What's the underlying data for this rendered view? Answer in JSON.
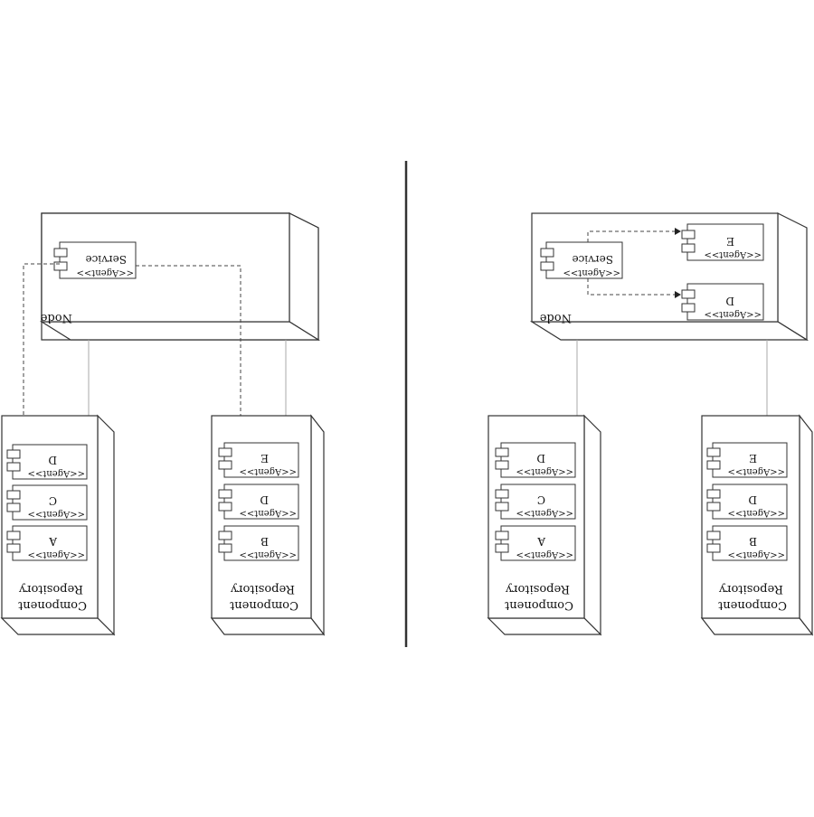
{
  "left_panel": {
    "node": {
      "label": "Node",
      "components": [
        {
          "name": "Service",
          "stereotype": "<<Agent>>"
        }
      ]
    },
    "repositories": [
      {
        "label_line1": "Repository",
        "label_line2": "Component",
        "components": [
          {
            "name": "D",
            "stereotype": "<<Agent>>"
          },
          {
            "name": "C",
            "stereotype": "<<Agent>>"
          },
          {
            "name": "A",
            "stereotype": "<<Agent>>"
          }
        ]
      },
      {
        "label_line1": "Repository",
        "label_line2": "Component",
        "components": [
          {
            "name": "E",
            "stereotype": "<<Agent>>"
          },
          {
            "name": "D",
            "stereotype": "<<Agent>>"
          },
          {
            "name": "B",
            "stereotype": "<<Agent>>"
          }
        ]
      }
    ]
  },
  "right_panel": {
    "node": {
      "label": "Node",
      "components": [
        {
          "name": "Service",
          "stereotype": "<<Agent>>"
        },
        {
          "name": "E",
          "stereotype": "<<Agent>>"
        },
        {
          "name": "D",
          "stereotype": "<<Agent>>"
        }
      ]
    },
    "repositories": [
      {
        "label_line1": "Repository",
        "label_line2": "Component",
        "components": [
          {
            "name": "D",
            "stereotype": "<<Agent>>"
          },
          {
            "name": "C",
            "stereotype": "<<Agent>>"
          },
          {
            "name": "A",
            "stereotype": "<<Agent>>"
          }
        ]
      },
      {
        "label_line1": "Repository",
        "label_line2": "Component",
        "components": [
          {
            "name": "E",
            "stereotype": "<<Agent>>"
          },
          {
            "name": "D",
            "stereotype": "<<Agent>>"
          },
          {
            "name": "B",
            "stereotype": "<<Agent>>"
          }
        ]
      }
    ]
  }
}
